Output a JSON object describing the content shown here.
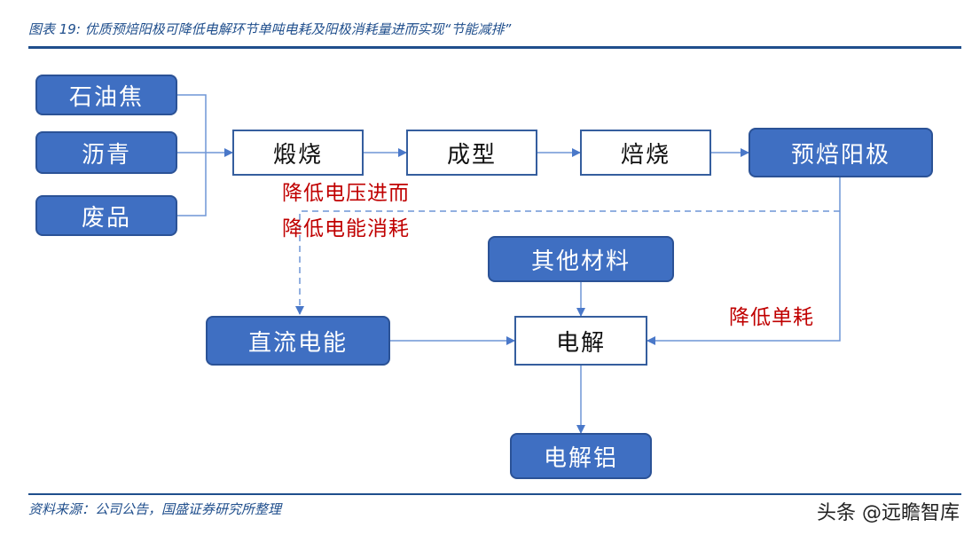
{
  "caption": "图表 19: 优质预焙阳极可降低电解环节单吨电耗及阳极消耗量进而实现“节能减排”",
  "source": "资料来源：公司公告，国盛证券研究所整理",
  "watermark": "头条 @远瞻智库",
  "colors": {
    "filled_box": "#3f6fc2",
    "outline_box_border": "#355e9e",
    "arrow": "#4a78c9",
    "note_red": "#c00000",
    "rule_blue": "#1f4e8c"
  },
  "nodes": {
    "petroleum_coke": "石油焦",
    "asphalt": "沥青",
    "waste": "废品",
    "calcining": "煅烧",
    "forming": "成型",
    "baking": "焙烧",
    "prebaked_anode": "预焙阳极",
    "other_materials": "其他材料",
    "dc_power": "直流电能",
    "electrolysis": "电解",
    "electrolytic_aluminum": "电解铝"
  },
  "notes": {
    "reduce_voltage_line1": "降低电压进而",
    "reduce_voltage_line2": "降低电能消耗",
    "reduce_unit_consumption": "降低单耗"
  }
}
